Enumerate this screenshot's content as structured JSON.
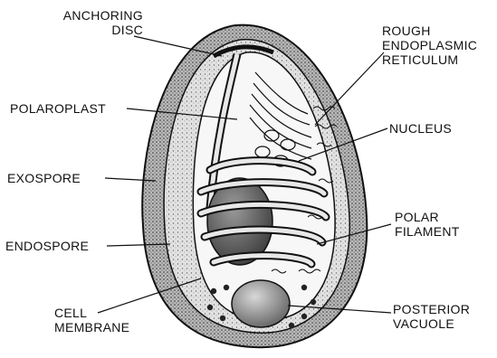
{
  "diagram": {
    "labels": {
      "anchoring_disc": [
        "ANCHORING",
        "DISC"
      ],
      "polaroplast": [
        "POLAROPLAST"
      ],
      "exospore": [
        "EXOSPORE"
      ],
      "endospore": [
        "ENDOSPORE"
      ],
      "cell_membrane": [
        "CELL",
        "MEMBRANE"
      ],
      "rough_er": [
        "ROUGH",
        "ENDOPLASMIC",
        "RETICULUM"
      ],
      "nucleus": [
        "NUCLEUS"
      ],
      "polar_filament": [
        "POLAR",
        "FILAMENT"
      ],
      "posterior_vacuole": [
        "POSTERIOR",
        "VACUOLE"
      ]
    },
    "colors": {
      "ink": "#111111",
      "exospore_fill": "#8a8a8a",
      "endospore_fill": "#cfcfcf",
      "nucleus_fill": "#6f6f6f",
      "vacuole_fill": "#9a9a9a",
      "background": "#ffffff"
    }
  }
}
